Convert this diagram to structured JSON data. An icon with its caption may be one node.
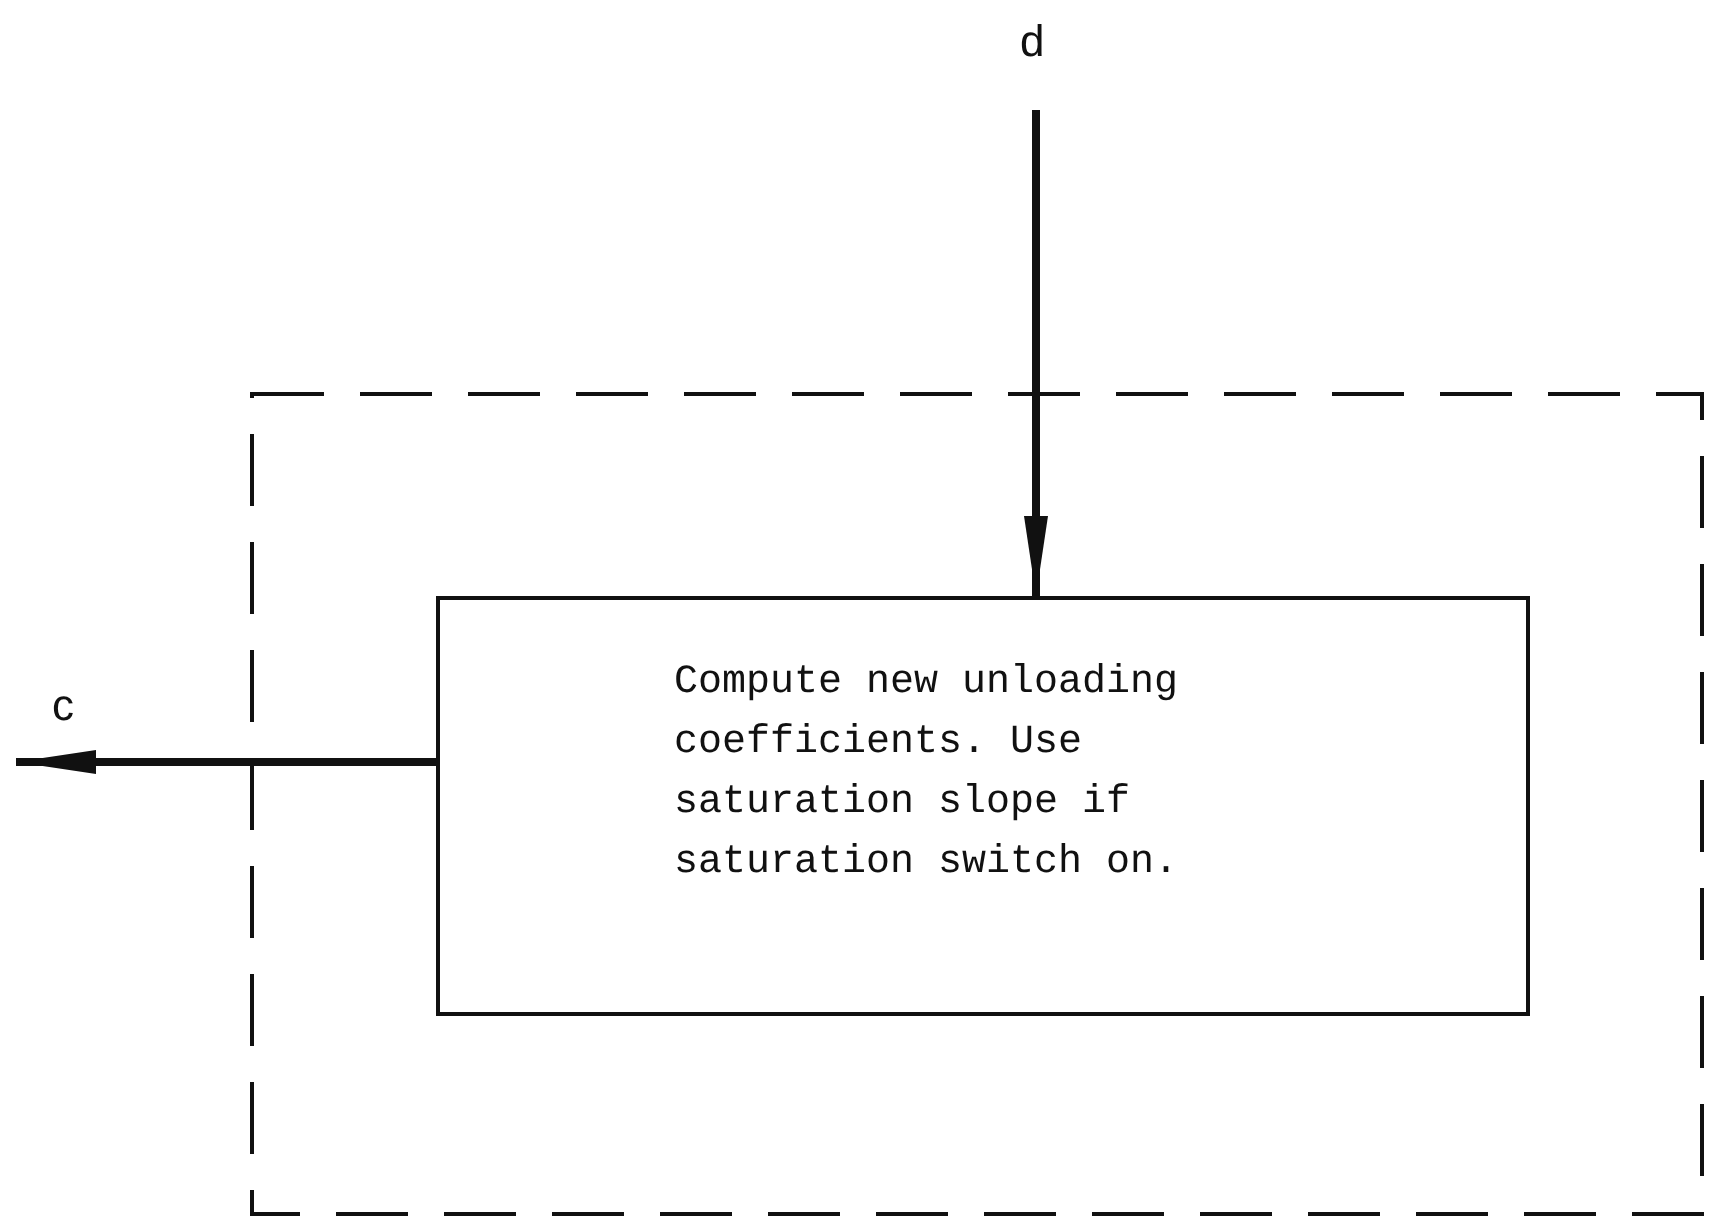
{
  "diagram": {
    "nodes": [
      {
        "text": [],
        "shape": "box"
      },
      {
        "text": [
          "Compute new unloading coefficients. Use saturation slope if saturation switch on."
        ],
        "in": 0
      }
    ],
    "edges": [
      {
        "from": null,
        "to": 1,
        "arrow": "to",
        "label": "d"
      },
      {
        "from": 1,
        "to": null,
        "arrow": "to",
        "label": "c"
      }
    ]
  }
}
